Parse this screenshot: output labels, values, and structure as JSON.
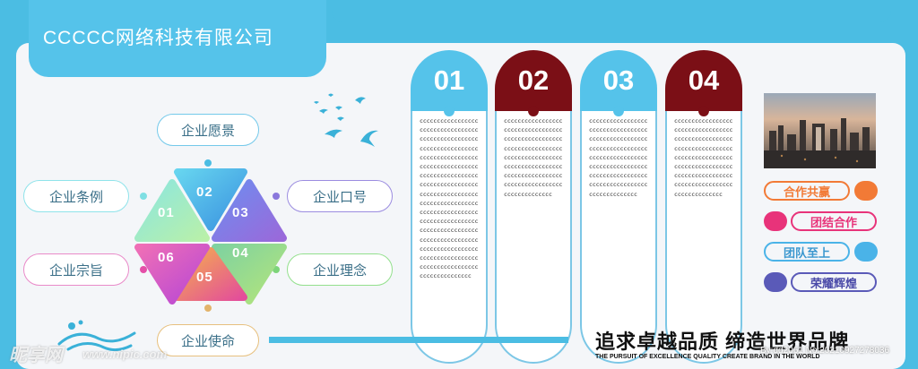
{
  "company": {
    "name": "CCCCC网络科技有限公司"
  },
  "pills": {
    "vision": "企业愿景",
    "rules": "企业条例",
    "slogan": "企业口号",
    "purpose": "企业宗旨",
    "philosophy": "企业理念",
    "mission": "企业使命"
  },
  "hexagon": {
    "labels": [
      "01",
      "02",
      "03",
      "04",
      "05",
      "06"
    ]
  },
  "cards": [
    {
      "number": "01",
      "text": "cccccccccccccccccccccccccccccccccccccccccccccccccccccccccccccccccccccccccccccccccccccccccccccccccccccccccccccccccccccccccccccccccccccccccccccccccccccccccccccccccccccccccccccccccccccccccccccccccccccccccccccccccccccccccccccccccccccccccccccccccccccccccccccccccccccccccccccccccccccccccccccccccccccccccccccccc"
    },
    {
      "number": "02",
      "text": "cccccccccccccccccccccccccccccccccccccccccccccccccccccccccccccccccccccccccccccccccccccccccccccccccccccccccccccccccccccccccccccccccccccccccccccccccccccc"
    },
    {
      "number": "03",
      "text": "cccccccccccccccccccccccccccccccccccccccccccccccccccccccccccccccccccccccccccccccccccccccccccccccccccccccccccccccccccccccccccccccccccccccccccccccccccccc"
    },
    {
      "number": "04",
      "text": "cccccccccccccccccccccccccccccccccccccccccccccccccccccccccccccccccccccccccccccccccccccccccccccccccccccccccccccccccccccccccccccccccccccccccccccccccccccc"
    }
  ],
  "slogans": [
    "合作共赢",
    "团结合作",
    "团队至上",
    "荣耀辉煌"
  ],
  "motto": {
    "cn": "追求卓越品质 缔造世界品牌",
    "en": "THE PURSUIT OF EXCELLENCE QUALITY CREATE BRAND IN THE WORLD"
  },
  "watermark": {
    "logo": "昵享网",
    "url": "www.nipic.com",
    "id": "By:dd2061 No:20210927278036"
  },
  "colors": {
    "accent": "#4bbde3",
    "maroon": "#7b0f16",
    "orange": "#f27a36",
    "pink": "#e8337a",
    "blue": "#4ab3e8",
    "purple": "#5a5ab8"
  }
}
